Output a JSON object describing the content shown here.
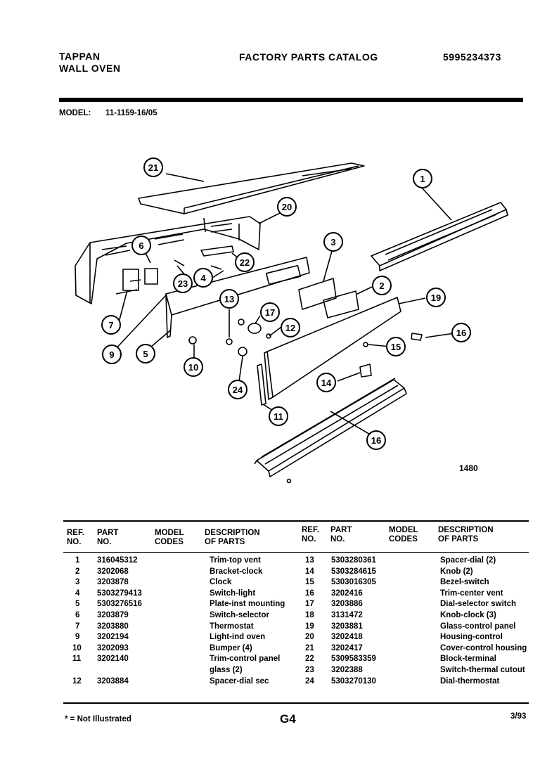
{
  "header": {
    "brand_line1": "TAPPAN",
    "brand_line2": "WALL OVEN",
    "catalog_title": "FACTORY PARTS CATALOG",
    "catalog_number": "5995234373",
    "model_label": "MODEL:",
    "model_value": "11-1159-16/05"
  },
  "diagram": {
    "figure_number": "1480",
    "callouts": [
      "1",
      "2",
      "3",
      "4",
      "5",
      "6",
      "7",
      "9",
      "10",
      "11",
      "12",
      "13",
      "14",
      "15",
      "16",
      "16",
      "17",
      "19",
      "20",
      "21",
      "22",
      "23",
      "24"
    ]
  },
  "table": {
    "headers": {
      "ref_line1": "REF.",
      "ref_line2": "NO.",
      "part_line1": "PART",
      "part_line2": "NO.",
      "model_line1": "MODEL",
      "model_line2": "CODES",
      "desc_line1": "DESCRIPTION",
      "desc_line2": "OF PARTS"
    },
    "left": [
      {
        "ref": "1",
        "part": "316045312",
        "desc": "Trim-top vent"
      },
      {
        "ref": "2",
        "part": "3202068",
        "desc": "Bracket-clock"
      },
      {
        "ref": "3",
        "part": "3203878",
        "desc": "Clock"
      },
      {
        "ref": "4",
        "part": "5303279413",
        "desc": "Switch-light"
      },
      {
        "ref": "5",
        "part": "5303276516",
        "desc": "Plate-inst mounting"
      },
      {
        "ref": "6",
        "part": "3203879",
        "desc": "Switch-selector"
      },
      {
        "ref": "7",
        "part": "3203880",
        "desc": "Thermostat"
      },
      {
        "ref": "9",
        "part": "3202194",
        "desc": "Light-ind oven"
      },
      {
        "ref": "10",
        "part": "3202093",
        "desc": "Bumper (4)"
      },
      {
        "ref": "11",
        "part": "3202140",
        "desc": "Trim-control panel"
      },
      {
        "ref": "",
        "part": "",
        "desc": "glass (2)"
      },
      {
        "ref": "12",
        "part": "3203884",
        "desc": "Spacer-dial sec"
      }
    ],
    "right": [
      {
        "ref": "13",
        "part": "5303280361",
        "desc": "Spacer-dial (2)"
      },
      {
        "ref": "14",
        "part": "5303284615",
        "desc": "Knob (2)"
      },
      {
        "ref": "15",
        "part": "5303016305",
        "desc": "Bezel-switch"
      },
      {
        "ref": "16",
        "part": "3202416",
        "desc": "Trim-center vent"
      },
      {
        "ref": "17",
        "part": "3203886",
        "desc": "Dial-selector switch"
      },
      {
        "ref": "18",
        "part": "3131472",
        "desc": "Knob-clock (3)"
      },
      {
        "ref": "19",
        "part": "3203881",
        "desc": "Glass-control panel"
      },
      {
        "ref": "20",
        "part": "3202418",
        "desc": "Housing-control"
      },
      {
        "ref": "21",
        "part": "3202417",
        "desc": "Cover-control housing"
      },
      {
        "ref": "22",
        "part": "5309583359",
        "desc": "Block-terminal"
      },
      {
        "ref": "23",
        "part": "3202388",
        "desc": "Switch-thermal cutout"
      },
      {
        "ref": "24",
        "part": "5303270130",
        "desc": "Dial-thermostat"
      }
    ]
  },
  "footer": {
    "note": "* = Not Illustrated",
    "page_code": "G4",
    "date": "3/93"
  }
}
